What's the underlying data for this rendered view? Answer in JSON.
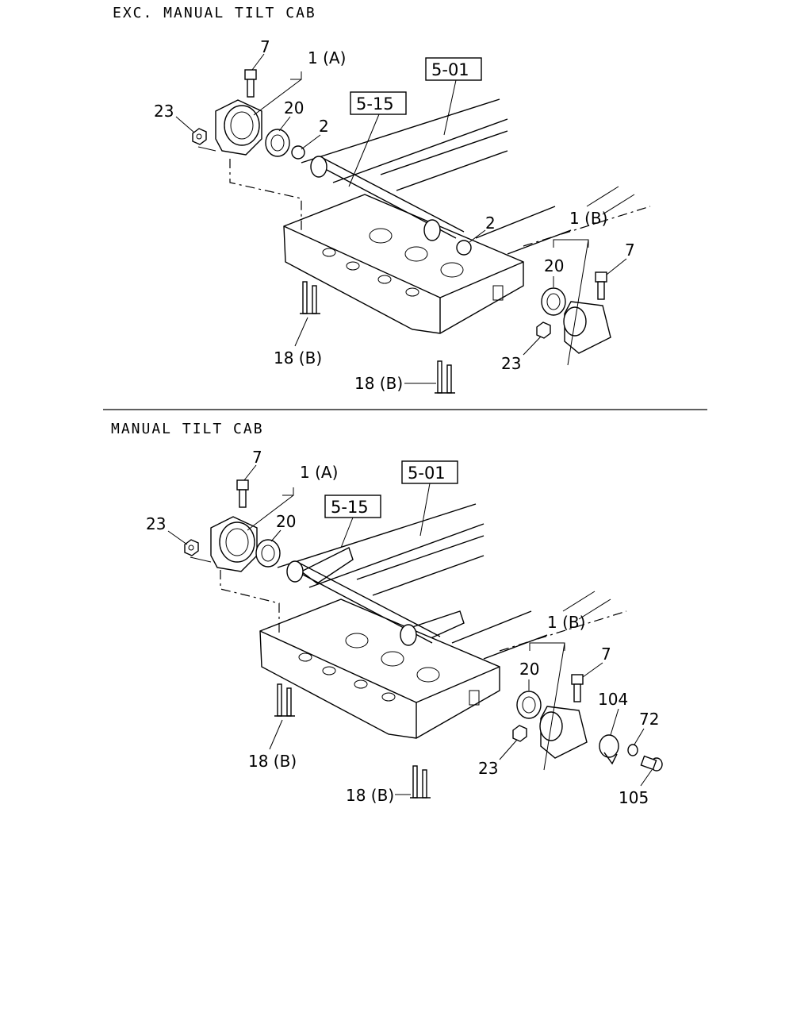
{
  "diagram": {
    "top": {
      "title": "EXC. MANUAL TILT CAB",
      "refs": [
        "5-01",
        "5-15"
      ],
      "callouts": {
        "c7a": "7",
        "c1a": "1 (A)",
        "c23a": "23",
        "c20a": "20",
        "c2a": "2",
        "c2b": "2",
        "c1b": "1 (B)",
        "c7b": "7",
        "c20b": "20",
        "c23b": "23",
        "c18a": "18 (B)",
        "c18b": "18 (B)"
      }
    },
    "bottom": {
      "title": "MANUAL TILT CAB",
      "refs": [
        "5-01",
        "5-15"
      ],
      "callouts": {
        "c7a": "7",
        "c1a": "1 (A)",
        "c23a": "23",
        "c20a": "20",
        "c1b": "1 (B)",
        "c7b": "7",
        "c20b": "20",
        "c104": "104",
        "c72": "72",
        "c23b": "23",
        "c105": "105",
        "c18a": "18 (B)",
        "c18b": "18 (B)"
      }
    }
  }
}
